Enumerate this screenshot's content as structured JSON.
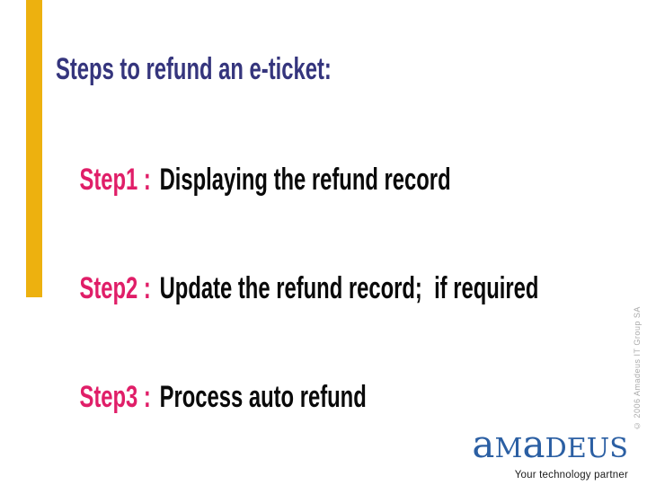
{
  "slide": {
    "title": "Steps to refund an e-ticket:",
    "steps": [
      {
        "label": "Step1 :",
        "text": "Displaying the refund record"
      },
      {
        "label": "Step2 :",
        "text": "Update the refund record;  if required"
      },
      {
        "label": "Step3 :",
        "text": "Process auto refund"
      }
    ],
    "copyright": "© 2006 Amadeus IT Group SA",
    "logo": {
      "l1": "a",
      "l2": "m",
      "l3": "a",
      "l4": "deus",
      "tagline": "Your technology partner"
    },
    "colors": {
      "accent_bar": "#EDB10F",
      "title_navy": "#35357D",
      "step_label_pink": "#E01E68",
      "step_text_black": "#0A0A0A",
      "logo_blue": "#2B5FA3",
      "copyright_gray": "#ABABAB"
    }
  }
}
